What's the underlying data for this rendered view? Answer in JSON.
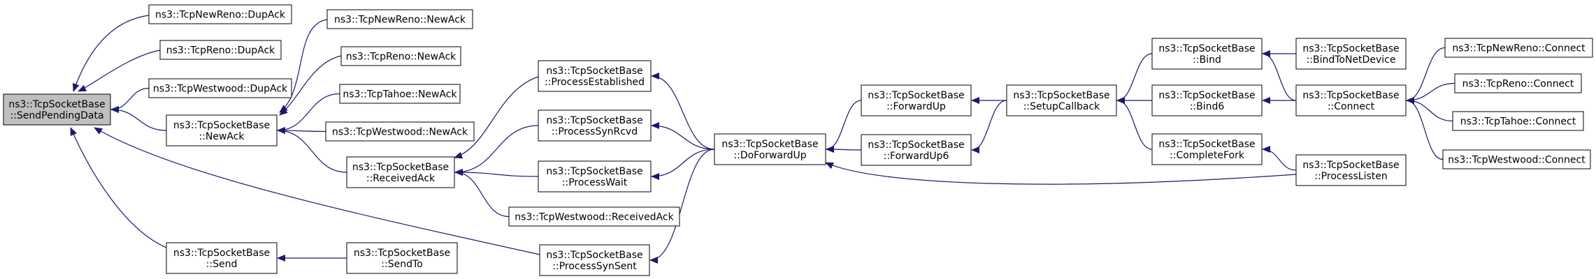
{
  "colors": {
    "edge": "#191970",
    "node_fill": "#ffffff",
    "root_fill": "#bfbfbf",
    "border": "#000000"
  },
  "nodes": [
    {
      "id": "n0",
      "lines": [
        "ns3::TcpSocketBase",
        "::SendPendingData"
      ],
      "root": true
    },
    {
      "id": "n1",
      "lines": [
        "ns3::TcpNewReno::DupAck"
      ]
    },
    {
      "id": "n2",
      "lines": [
        "ns3::TcpReno::DupAck"
      ]
    },
    {
      "id": "n3",
      "lines": [
        "ns3::TcpWestwood::DupAck"
      ]
    },
    {
      "id": "n4",
      "lines": [
        "ns3::TcpSocketBase",
        "::NewAck"
      ]
    },
    {
      "id": "n5",
      "lines": [
        "ns3::TcpSocketBase",
        "::Send"
      ]
    },
    {
      "id": "n6",
      "lines": [
        "ns3::TcpNewReno::NewAck"
      ]
    },
    {
      "id": "n7",
      "lines": [
        "ns3::TcpReno::NewAck"
      ]
    },
    {
      "id": "n8",
      "lines": [
        "ns3::TcpTahoe::NewAck"
      ]
    },
    {
      "id": "n9",
      "lines": [
        "ns3::TcpWestwood::NewAck"
      ]
    },
    {
      "id": "n10",
      "lines": [
        "ns3::TcpSocketBase",
        "::ReceivedAck"
      ]
    },
    {
      "id": "n11",
      "lines": [
        "ns3::TcpSocketBase",
        "::SendTo"
      ]
    },
    {
      "id": "n12",
      "lines": [
        "ns3::TcpSocketBase",
        "::ProcessEstablished"
      ]
    },
    {
      "id": "n13",
      "lines": [
        "ns3::TcpSocketBase",
        "::ProcessSynRcvd"
      ]
    },
    {
      "id": "n14",
      "lines": [
        "ns3::TcpSocketBase",
        "::ProcessWait"
      ]
    },
    {
      "id": "n15",
      "lines": [
        "ns3::TcpWestwood::ReceivedAck"
      ]
    },
    {
      "id": "n16",
      "lines": [
        "ns3::TcpSocketBase",
        "::ProcessSynSent"
      ]
    },
    {
      "id": "n17",
      "lines": [
        "ns3::TcpSocketBase",
        "::DoForwardUp"
      ]
    },
    {
      "id": "n18",
      "lines": [
        "ns3::TcpSocketBase",
        "::ForwardUp"
      ]
    },
    {
      "id": "n19",
      "lines": [
        "ns3::TcpSocketBase",
        "::ForwardUp6"
      ]
    },
    {
      "id": "n20",
      "lines": [
        "ns3::TcpSocketBase",
        "::SetupCallback"
      ]
    },
    {
      "id": "n21",
      "lines": [
        "ns3::TcpSocketBase",
        "::Bind"
      ]
    },
    {
      "id": "n22",
      "lines": [
        "ns3::TcpSocketBase",
        "::Bind6"
      ]
    },
    {
      "id": "n23",
      "lines": [
        "ns3::TcpSocketBase",
        "::CompleteFork"
      ]
    },
    {
      "id": "n24",
      "lines": [
        "ns3::TcpSocketBase",
        "::BindToNetDevice"
      ]
    },
    {
      "id": "n25",
      "lines": [
        "ns3::TcpSocketBase",
        "::Connect"
      ]
    },
    {
      "id": "n26",
      "lines": [
        "ns3::TcpSocketBase",
        "::ProcessListen"
      ]
    },
    {
      "id": "n27",
      "lines": [
        "ns3::TcpNewReno::Connect"
      ]
    },
    {
      "id": "n28",
      "lines": [
        "ns3::TcpReno::Connect"
      ]
    },
    {
      "id": "n29",
      "lines": [
        "ns3::TcpTahoe::Connect"
      ]
    },
    {
      "id": "n30",
      "lines": [
        "ns3::TcpWestwood::Connect"
      ]
    }
  ],
  "edges": [
    {
      "from": "n1",
      "to": "n0"
    },
    {
      "from": "n2",
      "to": "n0"
    },
    {
      "from": "n3",
      "to": "n0"
    },
    {
      "from": "n4",
      "to": "n0"
    },
    {
      "from": "n5",
      "to": "n0"
    },
    {
      "from": "n16",
      "to": "n0"
    },
    {
      "from": "n6",
      "to": "n4"
    },
    {
      "from": "n7",
      "to": "n4"
    },
    {
      "from": "n8",
      "to": "n4"
    },
    {
      "from": "n9",
      "to": "n4"
    },
    {
      "from": "n10",
      "to": "n4"
    },
    {
      "from": "n11",
      "to": "n5"
    },
    {
      "from": "n12",
      "to": "n10"
    },
    {
      "from": "n13",
      "to": "n10"
    },
    {
      "from": "n14",
      "to": "n10"
    },
    {
      "from": "n15",
      "to": "n10"
    },
    {
      "from": "n17",
      "to": "n12"
    },
    {
      "from": "n17",
      "to": "n13"
    },
    {
      "from": "n17",
      "to": "n14"
    },
    {
      "from": "n17",
      "to": "n16"
    },
    {
      "from": "n18",
      "to": "n17"
    },
    {
      "from": "n19",
      "to": "n17"
    },
    {
      "from": "n20",
      "to": "n18"
    },
    {
      "from": "n20",
      "to": "n19"
    },
    {
      "from": "n21",
      "to": "n20"
    },
    {
      "from": "n22",
      "to": "n20"
    },
    {
      "from": "n23",
      "to": "n20"
    },
    {
      "from": "n24",
      "to": "n21"
    },
    {
      "from": "n25",
      "to": "n21"
    },
    {
      "from": "n25",
      "to": "n22"
    },
    {
      "from": "n26",
      "to": "n23"
    },
    {
      "from": "n26",
      "to": "n17"
    },
    {
      "from": "n27",
      "to": "n25"
    },
    {
      "from": "n28",
      "to": "n25"
    },
    {
      "from": "n29",
      "to": "n25"
    },
    {
      "from": "n30",
      "to": "n25"
    }
  ]
}
